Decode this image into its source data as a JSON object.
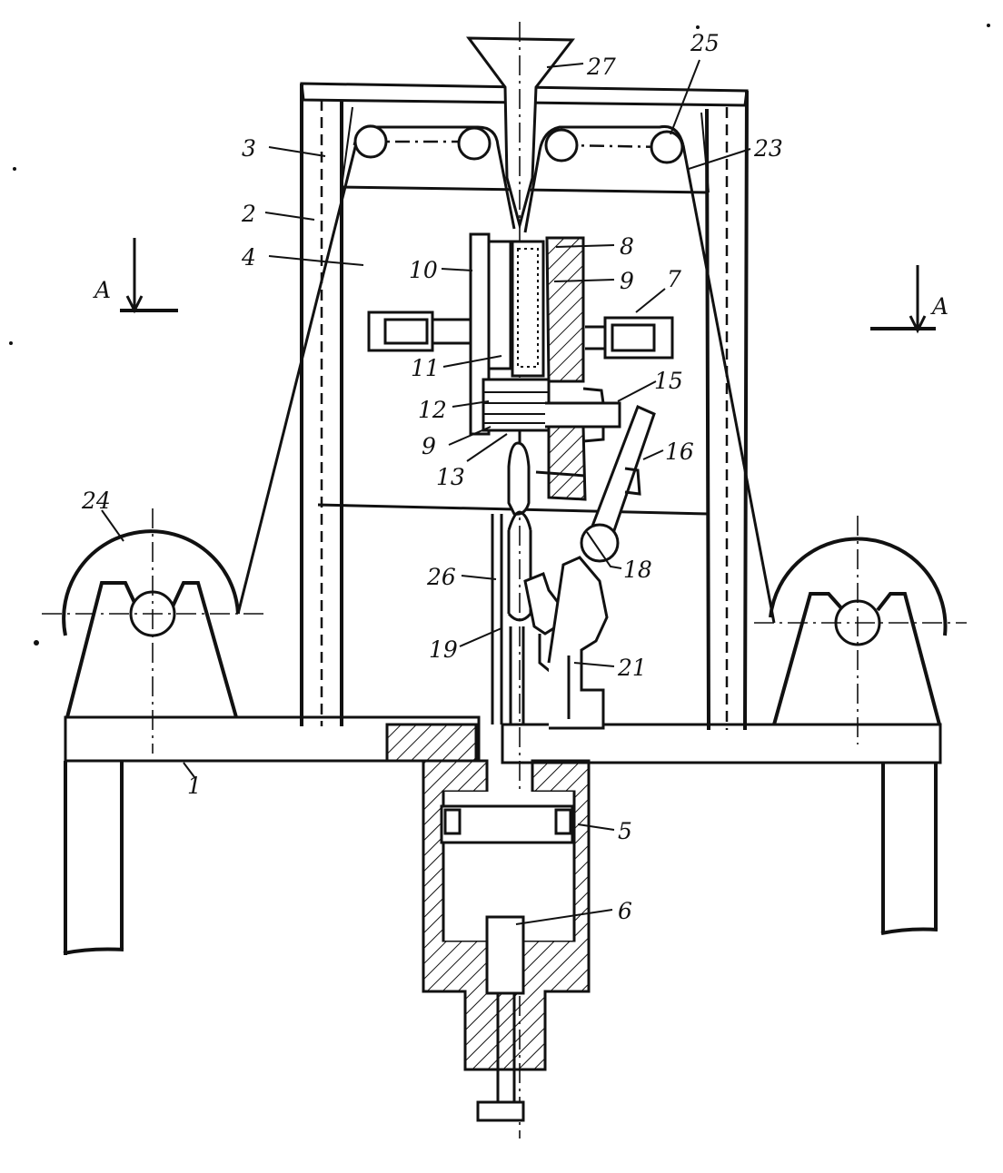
{
  "labels": {
    "l1": "1",
    "l2": "2",
    "l3": "3",
    "l4": "4",
    "l5": "5",
    "l6": "6",
    "l7": "7",
    "l8": "8",
    "l9a": "9",
    "l9b": "9",
    "l10": "10",
    "l11": "11",
    "l12": "12",
    "l13": "13",
    "l15": "15",
    "l16": "16",
    "l18": "18",
    "l19": "19",
    "l21": "21",
    "l23": "23",
    "l24": "24",
    "l25": "25",
    "l26": "26",
    "l27": "27",
    "sectionLeft": "A",
    "sectionRight": "A"
  },
  "colors": {
    "ink": "#111111",
    "paper": "#ffffff"
  }
}
